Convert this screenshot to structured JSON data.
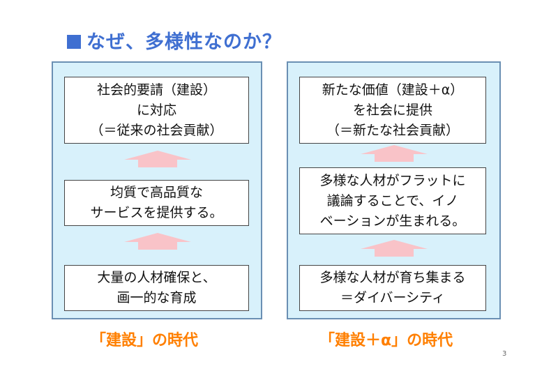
{
  "title": "なぜ、多様性なのか？",
  "left_panel": {
    "box_top": "社会的要請（建設）\nに対応\n（＝従来の社会貢献）",
    "box_middle": "均質で高品質な\nサービスを提供する。",
    "box_bottom": "大量の人材確保と、\n画一的な育成",
    "caption": "「建設」の時代"
  },
  "right_panel": {
    "box_top": "新たな価値（建設＋α）\nを社会に提供\n（＝新たな社会貢献）",
    "box_middle": "多様な人材がフラットに\n議論することで、イノ\nベーションが生まれる。",
    "box_bottom": "多様な人材が育ち集まる\n＝ダイバーシティ",
    "caption": "「建設＋α」の時代"
  },
  "page_number": "3",
  "colors": {
    "title": "#3f6fd1",
    "panel_fill": "#d8f1fb",
    "panel_border": "#6a8fb3",
    "arrow_fill": "#f9c3c8",
    "caption": "#ff7f00"
  }
}
